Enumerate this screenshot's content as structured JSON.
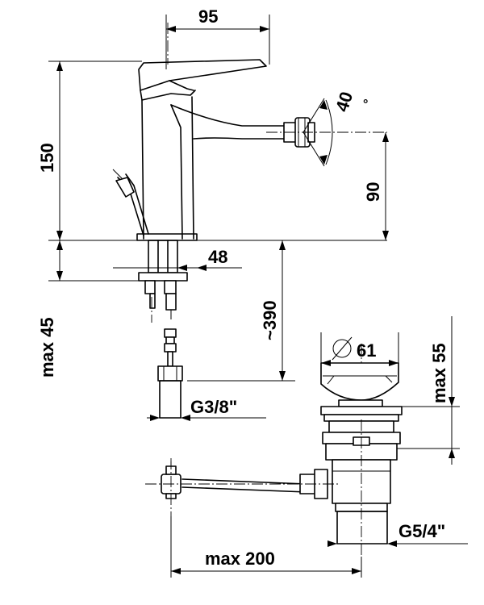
{
  "dimensions": {
    "width_95": "95",
    "height_150": "150",
    "spout_90": "90",
    "angle_40": "40",
    "degree": "°",
    "shank_48": "48",
    "max_45": "max 45",
    "length_390": "~390",
    "thread_g38": "G3/8\"",
    "diameter_61": "61",
    "max_55": "max 55",
    "thread_g54": "G5/4\"",
    "max_200": "max 200"
  }
}
